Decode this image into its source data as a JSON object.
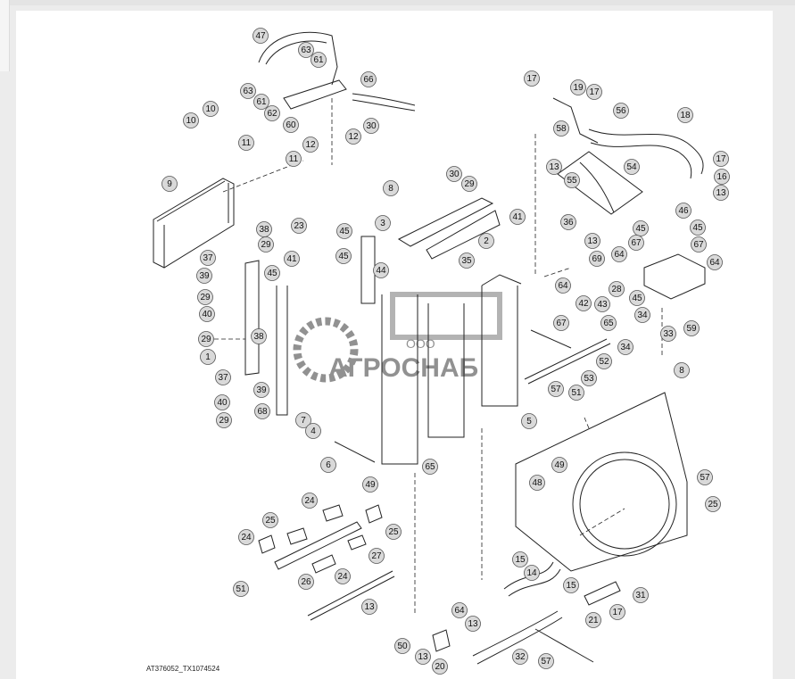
{
  "caption": "AT376052_TX1074524",
  "watermark": {
    "sub": "ООО",
    "main": "АГРОСНАБ"
  },
  "callouts": [
    "47",
    "63",
    "61",
    "63",
    "61",
    "62",
    "60",
    "66",
    "30",
    "12",
    "10",
    "11",
    "10",
    "12",
    "11",
    "9",
    "17",
    "19",
    "17",
    "56",
    "18",
    "58",
    "13",
    "54",
    "55",
    "17",
    "16",
    "13",
    "8",
    "30",
    "29",
    "3",
    "2",
    "41",
    "35",
    "36",
    "13",
    "45",
    "46",
    "45",
    "67",
    "67",
    "64",
    "69",
    "64",
    "28",
    "23",
    "45",
    "38",
    "29",
    "37",
    "39",
    "29",
    "40",
    "41",
    "45",
    "44",
    "45",
    "38",
    "29",
    "1",
    "37",
    "39",
    "40",
    "29",
    "68",
    "64",
    "42",
    "43",
    "65",
    "67",
    "45",
    "34",
    "59",
    "33",
    "34",
    "52",
    "53",
    "51",
    "57",
    "8",
    "7",
    "4",
    "5",
    "65",
    "6",
    "49",
    "49",
    "48",
    "57",
    "25",
    "25",
    "24",
    "24",
    "25",
    "27",
    "26",
    "24",
    "51",
    "13",
    "15",
    "14",
    "15",
    "31",
    "64",
    "13",
    "21",
    "17",
    "50",
    "13",
    "20",
    "32",
    "57"
  ]
}
